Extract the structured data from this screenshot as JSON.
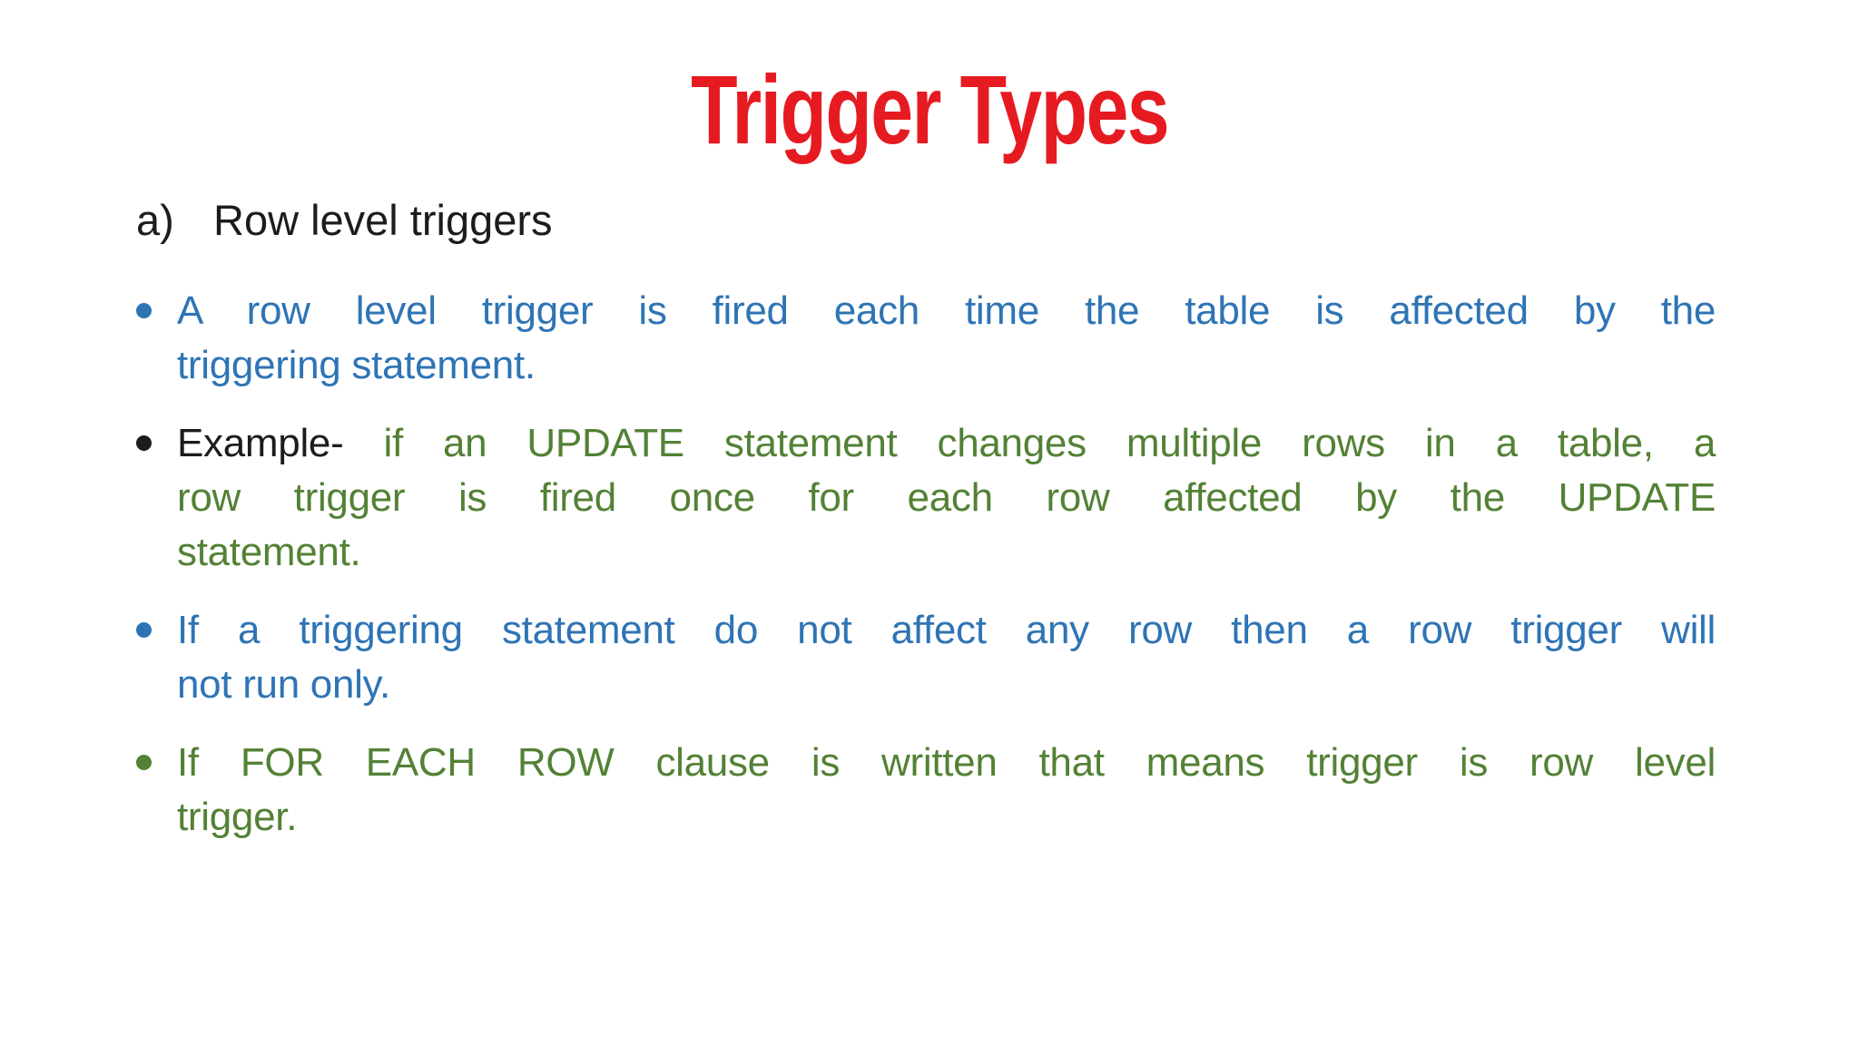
{
  "slide": {
    "title": "Trigger Types",
    "heading": {
      "marker": "a)",
      "text": "Row level triggers"
    },
    "colors": {
      "title_red": "#E61B22",
      "blue": "#2E74B5",
      "green": "#538135",
      "black": "#1C1C1C",
      "background": "#FFFFFF"
    },
    "bullets": [
      {
        "dot_color": "blue",
        "lines": [
          {
            "last": false,
            "segments": [
              {
                "text": "A row level trigger is fired each time the table is affected by the",
                "color": "blue"
              }
            ]
          },
          {
            "last": true,
            "segments": [
              {
                "text": "triggering statement.",
                "color": "blue"
              }
            ]
          }
        ]
      },
      {
        "dot_color": "black",
        "lines": [
          {
            "last": false,
            "segments": [
              {
                "text": "Example- ",
                "color": "black"
              },
              {
                "text": "if an UPDATE statement changes multiple rows in a table, a",
                "color": "green"
              }
            ]
          },
          {
            "last": false,
            "segments": [
              {
                "text": "row trigger is fired once for each row affected by the UPDATE",
                "color": "green"
              }
            ]
          },
          {
            "last": true,
            "segments": [
              {
                "text": "statement.",
                "color": "green"
              }
            ]
          }
        ]
      },
      {
        "dot_color": "blue",
        "lines": [
          {
            "last": false,
            "segments": [
              {
                "text": "If a triggering statement do not affect any row then a row trigger will",
                "color": "blue"
              }
            ]
          },
          {
            "last": true,
            "segments": [
              {
                "text": "not run only.",
                "color": "blue"
              }
            ]
          }
        ]
      },
      {
        "dot_color": "green",
        "lines": [
          {
            "last": false,
            "segments": [
              {
                "text": "If FOR EACH ROW clause is written that means trigger is row level",
                "color": "green"
              }
            ]
          },
          {
            "last": true,
            "segments": [
              {
                "text": "trigger.",
                "color": "green"
              }
            ]
          }
        ]
      }
    ]
  }
}
